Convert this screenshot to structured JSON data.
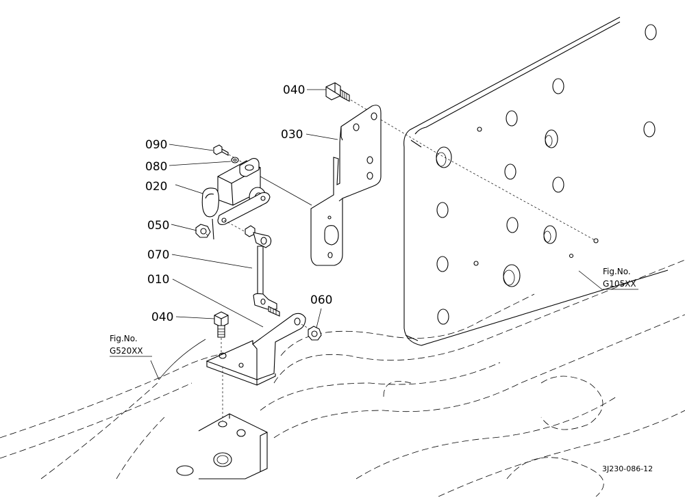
{
  "parts": [
    {
      "id": "p010",
      "number": "010"
    },
    {
      "id": "p020",
      "number": "020"
    },
    {
      "id": "p030",
      "number": "030"
    },
    {
      "id": "p040a",
      "number": "040"
    },
    {
      "id": "p040b",
      "number": "040"
    },
    {
      "id": "p050",
      "number": "050"
    },
    {
      "id": "p060",
      "number": "060"
    },
    {
      "id": "p070",
      "number": "070"
    },
    {
      "id": "p080",
      "number": "080"
    },
    {
      "id": "p090",
      "number": "090"
    }
  ],
  "figure_refs": [
    {
      "label": "Fig.No.",
      "code": "G520XX"
    },
    {
      "label": "Fig.No.",
      "code": "G105XX"
    }
  ],
  "drawing_code": "3J230-086-12"
}
